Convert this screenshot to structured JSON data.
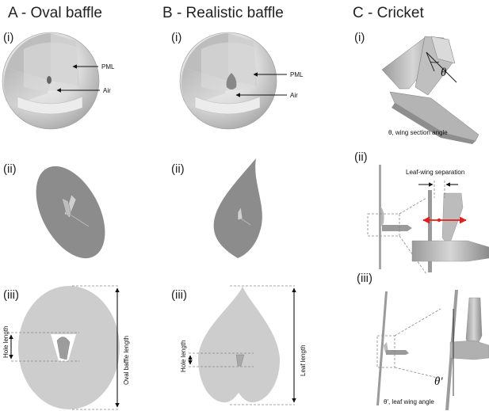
{
  "columns": [
    {
      "title": "A - Oval baffle"
    },
    {
      "title": "B - Realistic baffle"
    },
    {
      "title": "C - Cricket"
    }
  ],
  "row_labels": [
    "(i)",
    "(ii)",
    "(iii)"
  ],
  "panel_A": {
    "pml_label": "PML",
    "air_label": "Air",
    "hole_length_label": "Hole length",
    "baffle_length_label": "Oval baffle length"
  },
  "panel_B": {
    "pml_label": "PML",
    "air_label": "Air",
    "hole_length_label": "Hole length",
    "baffle_length_label": "Leaf length"
  },
  "panel_C": {
    "theta_symbol": "θ",
    "wing_angle_caption": "θ, wing section angle",
    "separation_label": "Leaf-wing separation",
    "theta_prime_symbol": "θ'",
    "leaf_wing_angle_caption": "θ', leaf wing angle"
  },
  "colors": {
    "baffle_gray": "#8c8c8c",
    "baffle_light": "#c8c8c8",
    "sphere_light": "#e6e6e6",
    "red_arrow": "#e0201c"
  }
}
